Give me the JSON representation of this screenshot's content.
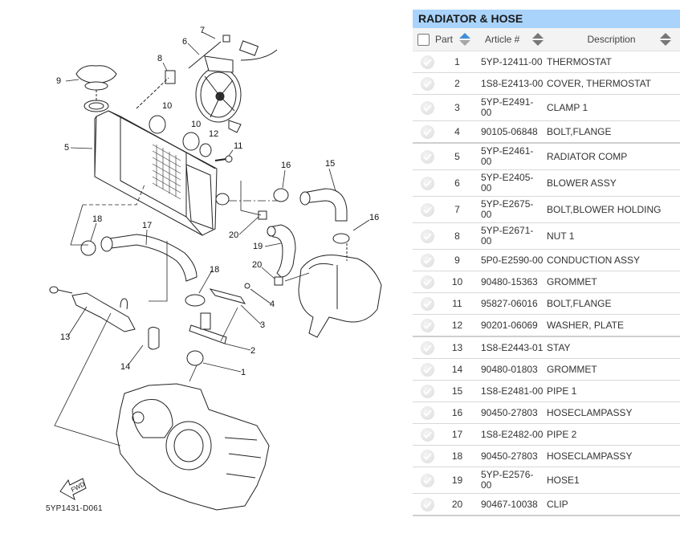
{
  "diagram": {
    "code": "5YP1431-D061",
    "fwd_label": "FWD",
    "callouts": [
      "7",
      "6",
      "8",
      "9",
      "10",
      "10",
      "12",
      "11",
      "5",
      "16",
      "15",
      "16",
      "18",
      "17",
      "20",
      "19",
      "20",
      "18",
      "4",
      "3",
      "2",
      "1",
      "13",
      "14"
    ]
  },
  "panel": {
    "title": "RADIATOR & HOSE",
    "columns": {
      "part": "Part",
      "article": "Article #",
      "description": "Description"
    },
    "rows": [
      {
        "part": "1",
        "article": "5YP-12411-00",
        "description": "THERMOSTAT"
      },
      {
        "part": "2",
        "article": "1S8-E2413-00",
        "description": "COVER, THERMOSTAT"
      },
      {
        "part": "3",
        "article": "5YP-E2491-00",
        "description": "CLAMP 1"
      },
      {
        "part": "4",
        "article": "90105-06848",
        "description": "BOLT,FLANGE"
      },
      {
        "part": "5",
        "article": "5YP-E2461-00",
        "description": "RADIATOR COMP"
      },
      {
        "part": "6",
        "article": "5YP-E2405-00",
        "description": "BLOWER ASSY"
      },
      {
        "part": "7",
        "article": "5YP-E2675-00",
        "description": "BOLT,BLOWER HOLDING"
      },
      {
        "part": "8",
        "article": "5YP-E2671-00",
        "description": "NUT 1"
      },
      {
        "part": "9",
        "article": "5P0-E2590-00",
        "description": "CONDUCTION ASSY"
      },
      {
        "part": "10",
        "article": "90480-15363",
        "description": "GROMMET"
      },
      {
        "part": "11",
        "article": "95827-06016",
        "description": "BOLT,FLANGE"
      },
      {
        "part": "12",
        "article": "90201-06069",
        "description": "WASHER, PLATE"
      },
      {
        "part": "13",
        "article": "1S8-E2443-01",
        "description": "STAY"
      },
      {
        "part": "14",
        "article": "90480-01803",
        "description": "GROMMET"
      },
      {
        "part": "15",
        "article": "1S8-E2481-00",
        "description": "PIPE 1"
      },
      {
        "part": "16",
        "article": "90450-27803",
        "description": "HOSECLAMPASSY"
      },
      {
        "part": "17",
        "article": "1S8-E2482-00",
        "description": "PIPE 2"
      },
      {
        "part": "18",
        "article": "90450-27803",
        "description": "HOSECLAMPASSY"
      },
      {
        "part": "19",
        "article": "5YP-E2576-00",
        "description": "HOSE1"
      },
      {
        "part": "20",
        "article": "90467-10038",
        "description": "CLIP"
      }
    ]
  },
  "colors": {
    "title_bar": "#a9d3fb",
    "sort_active": "#3f8fd8"
  }
}
